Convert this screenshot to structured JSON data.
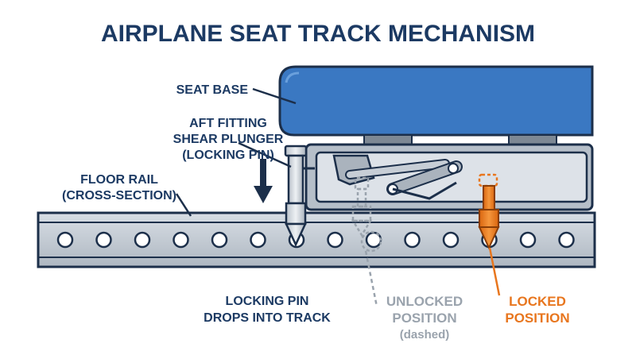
{
  "title": "AIRPLANE SEAT TRACK MECHANISM",
  "labels": {
    "seat_base": "SEAT BASE",
    "aft_fitting_1": "AFT FITTING",
    "aft_fitting_2": "SHEAR PLUNGER",
    "aft_fitting_3": "(LOCKING PIN)",
    "floor_rail_1": "FLOOR RAIL",
    "floor_rail_2": "(CROSS-SECTION)",
    "pin_drops_1": "LOCKING PIN",
    "pin_drops_2": "DROPS INTO TRACK",
    "unlocked_1": "UNLOCKED",
    "unlocked_2": "POSITION",
    "unlocked_3": "(dashed)",
    "locked_1": "LOCKED",
    "locked_2": "POSITION"
  },
  "colors": {
    "navy": "#1c3a63",
    "seat_blue": "#3a78c2",
    "rail_gray": "#c9d0d8",
    "locked_orange": "#e8761e",
    "unlocked_gray": "#9aa3ad"
  },
  "rail": {
    "hole_count": 14
  }
}
